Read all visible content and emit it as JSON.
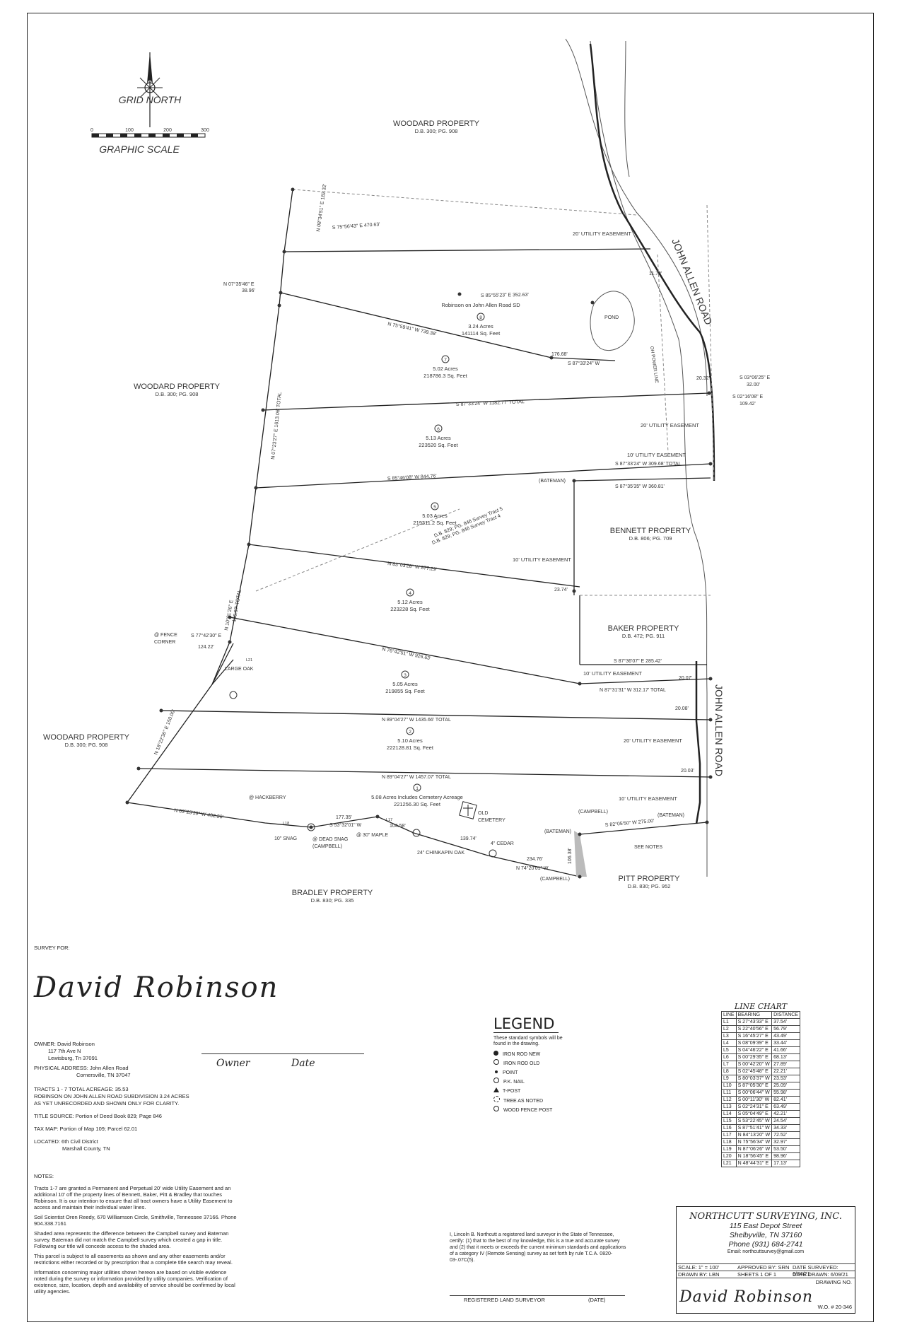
{
  "north": {
    "label": "GRID NORTH"
  },
  "scale": {
    "label": "GRAPHIC SCALE",
    "ticks": [
      "0",
      "100",
      "200",
      "300"
    ]
  },
  "properties": {
    "woodard_top": {
      "name": "WOODARD PROPERTY",
      "ref": "D.B. 300; PG. 908"
    },
    "woodard_mid": {
      "name": "WOODARD PROPERTY",
      "ref": "D.B. 300; PG. 908"
    },
    "woodard_low": {
      "name": "WOODARD PROPERTY",
      "ref": "D.B. 300; PG. 908"
    },
    "bennett": {
      "name": "BENNETT PROPERTY",
      "ref": "D.B. 806; PG. 709"
    },
    "baker": {
      "name": "BAKER PROPERTY",
      "ref": "D.B. 472; PG. 911"
    },
    "bradley": {
      "name": "BRADLEY PROPERTY",
      "ref": "D.B. 830; PG. 335"
    },
    "pitt": {
      "name": "PITT PROPERTY",
      "ref": "D.B. 830; PG. 952"
    }
  },
  "roads": {
    "upper": "JOHN ALLEN ROAD",
    "lower": "JOHN ALLEN ROAD"
  },
  "tracts": [
    {
      "num": "8",
      "acres": "3.24 Acres",
      "sqft": "141114 Sq. Feet",
      "note": "Robinson on John Allen Road SD"
    },
    {
      "num": "7",
      "acres": "5.02 Acres",
      "sqft": "218786.3 Sq. Feet"
    },
    {
      "num": "6",
      "acres": "5.13 Acres",
      "sqft": "223520 Sq. Feet"
    },
    {
      "num": "5",
      "acres": "5.03 Acres",
      "sqft": "219311.2 Sq. Feet"
    },
    {
      "num": "4",
      "acres": "5.12 Acres",
      "sqft": "223228 Sq. Feet"
    },
    {
      "num": "3",
      "acres": "5.05 Acres",
      "sqft": "219855 Sq. Feet"
    },
    {
      "num": "2",
      "acres": "5.10 Acres",
      "sqft": "222128.81 Sq. Feet"
    },
    {
      "num": "1",
      "acres": "5.08 Acres Includes Cemetery Acreage",
      "sqft": "221256.30 Sq. Feet"
    }
  ],
  "bearings": {
    "b1": "S 75°56'43\" E 470.63'",
    "b2": "S 85°55'23\" E 352.63'",
    "b3": "N 75°59'41\" W 739.38'",
    "b4": "S 87°33'24\" W",
    "b5": "176.68'",
    "b6": "S 87°33'24\" W 1182.77' TOTAL",
    "b7": "S 87°33'24\" W 309.68' TOTAL",
    "b8": "S 85°46'08\" W 844.76'",
    "b9": "S 87°35'35\" W 360.81'",
    "b10": "N 83°03'26\" W 877.29'",
    "b11": "S 77°42'30\" E",
    "b12": "124.22'",
    "b13": "N 76°42'51\" W 926.63'",
    "b14": "S 87°36'07\" E 285.42'",
    "b15": "N 87°31'31\" W 312.17' TOTAL",
    "b16": "N 89°04'27\" W 1435.66' TOTAL",
    "b17": "N 89°04'27\" W 1457.07' TOTAL",
    "b18": "N 63°23'39\" W 402.20'",
    "b19": "177.35'",
    "b20": "S 53°32'01\" W",
    "b21": "S 82°05'50\" W 275.00'",
    "b22": "N 74°20'01\" W",
    "b23": "234.76'",
    "b24": "N 08°34'51\" E 182.32'",
    "b25": "N 07°35'46\" E",
    "b26": "38.96'",
    "b27": "S 03°06'25\" E",
    "b28": "32.00'",
    "b29": "S 02°16'08\" E",
    "b30": "109.42'",
    "b31": "20.32'",
    "b32": "23.74'",
    "b33": "20.07'",
    "b34": "20.08'",
    "b35": "20.03'",
    "b36": "11.78'",
    "b37": "104.58'",
    "b38": "139.74'",
    "b39": "106.38'",
    "b40": "N 07°23'27\" E 1613.06' TOTAL",
    "b41": "N 10°01'26\" E",
    "b42": "146.67' TOTAL",
    "b43": "N 18°22'36\" E 150.00'",
    "b44": "D.B. 829; PG. 846 Survey Tract 5",
    "b45": "D.B. 829; PG. 846 Survey Tract 4"
  },
  "easements": {
    "e1": "20' UTILITY EASEMENT",
    "e2": "20' UTILITY EASEMENT",
    "e3": "10' UTILITY EASEMENT",
    "e4": "10' UTILITY EASEMENT",
    "e5": "10' UTILITY EASEMENT",
    "e6": "20' UTILITY EASEMENT",
    "e7": "10' UTILITY EASEMENT"
  },
  "features": {
    "pond": "POND",
    "powerline": "OH POWER LINE",
    "bateman1": "(BATEMAN)",
    "bateman2": "(BATEMAN)",
    "bateman3": "(BATEMAN)",
    "campbell1": "(CAMPBELL)",
    "campbell2": "(CAMPBELL)",
    "campbell3": "(CAMPBELL)",
    "fence": "@ FENCE",
    "corner": "CORNER",
    "oak": "LARGE OAK",
    "l21": "L21",
    "hackberry": "@ HACKBERRY",
    "snag": "10\" SNAG",
    "deadsnag": "@ DEAD SNAG",
    "maple": "@ 30\" MAPLE",
    "chinkapin": "24\" CHINKAPIN OAK",
    "cedar": "4\" CEDAR",
    "cemetery1": "OLD",
    "cemetery2": "CEMETERY",
    "seenotes": "SEE NOTES",
    "l18": "L18",
    "l17": "L17"
  },
  "survey_for": {
    "label": "SURVEY FOR:",
    "name": "David Robinson"
  },
  "owner_sig": {
    "owner": "Owner",
    "date": "Date"
  },
  "info": {
    "owner_label": "OWNER:",
    "owner_name": "David Robinson",
    "owner_addr1": "117 7th Ave N",
    "owner_addr2": "Lewisburg, Tn 37091",
    "phys_label": "PHYSICAL ADDRESS:",
    "phys1": "John Allen Road",
    "phys2": "Cornersville, TN 37047",
    "tracts1": "TRACTS 1 - 7 TOTAL ACREAGE: 35.53",
    "tracts2": "ROBINSON ON JOHN ALLEN ROAD SUBDIVISION 3.24 ACRES",
    "tracts3": "AS YET UNRECORDED AND SHOWN ONLY FOR CLARITY.",
    "title": "TITLE SOURCE: Portion of Deed Book 829; Page 846",
    "taxmap": "TAX MAP: Portion of Map 109; Parcel 62.01",
    "loc1": "LOCATED: 6th Civil District",
    "loc2": "Marshall County, TN"
  },
  "notes": {
    "heading": "NOTES:",
    "n1": "Tracts 1-7 are granted a Permanent and Perpetual 20' wide Utility Easement and an additional 10' off the property lines of Bennett, Baker, Pitt & Bradley that touches Robinson. It is our intention to ensure that all tract owners have a Utility Easement to access and maintain their individual water lines.",
    "n2": "Soil Scientist Oren Reedy, 670 Williamson Circle, Smithville, Tennessee  37166. Phone 904.338.7161",
    "n3": "Shaded area represents the difference between the Campbell survey and Bateman survey. Bateman did not match the Campbell survey which created a gap in title. Following our title will concede access to the shaded area.",
    "n4": "This parcel is subject to all easements as shown and any other easements and/or restrictions either recorded or by prescription that a complete title search may reveal.",
    "n5": "Information concerning major utilities shown hereon are based on visible evidence noted during the survey or information provided by utility companies. Verification of existence, size, location, depth and availability of service should be confirmed by local utility agencies."
  },
  "legend": {
    "title": "LEGEND",
    "sub": "These standard symbols will be found in the drawing.",
    "items": [
      "IRON ROD NEW",
      "IRON ROD OLD",
      "POINT",
      "P.K. NAIL",
      "T-POST",
      "TREE AS NOTED",
      "WOOD FENCE POST"
    ]
  },
  "certification": "I, Lincoln B. Northcutt a registered land surveyor in the State of Tennessee, certify: (1) that to the best of my knowledge, this is a true and accurate survey and (2) that it meets or exceeds the current minimum standards and applications of a category IV (Remote Sensing) survey as set forth by rule T.C.A. 0820-03-.07C(5).",
  "signature": {
    "surveyor": "REGISTERED LAND SURVEYOR",
    "date": "(DATE)"
  },
  "line_chart": {
    "title": "LINE CHART",
    "headers": [
      "LINE",
      "BEARING",
      "DISTANCE"
    ],
    "rows": [
      [
        "L1",
        "S 27°43'33\" E",
        "37.54'"
      ],
      [
        "L2",
        "S 22°40'56\" E",
        "56.79'"
      ],
      [
        "L3",
        "S 16°45'27\" E",
        "43.49'"
      ],
      [
        "L4",
        "S 08°09'39\" E",
        "33.44'"
      ],
      [
        "L5",
        "S 04°46'22\" E",
        "41.66'"
      ],
      [
        "L6",
        "S 00°29'35\" E",
        "68.13'"
      ],
      [
        "L7",
        "S 00°42'20\" W",
        "27.89'"
      ],
      [
        "L8",
        "S 02°45'48\" E",
        "22.21'"
      ],
      [
        "L9",
        "S 80°03'37\" W",
        "23.53'"
      ],
      [
        "L10",
        "S 87°05'30\" E",
        "25.09'"
      ],
      [
        "L11",
        "S 00°06'44\" W",
        "55.98'"
      ],
      [
        "L12",
        "S 00°11'30\" W",
        "82.41'"
      ],
      [
        "L13",
        "S 02°24'31\" E",
        "63.49'"
      ],
      [
        "L14",
        "S 05°04'49\" E",
        "42.21'"
      ],
      [
        "L15",
        "S 53°22'45\" W",
        "24.54'"
      ],
      [
        "L16",
        "S 87°51'41\" W",
        "34.33'"
      ],
      [
        "L17",
        "N 84°13'20\" W",
        "72.52'"
      ],
      [
        "L18",
        "N 75°56'34\" W",
        "32.97'"
      ],
      [
        "L19",
        "N 87°06'26\" W",
        "53.50'"
      ],
      [
        "L20",
        "N 18°56'45\" E",
        "98.96'"
      ],
      [
        "L21",
        "N 48°44'31\" E",
        "17.13'"
      ]
    ]
  },
  "title_block": {
    "company": "NORTHCUTT SURVEYING, INC.",
    "addr1": "115 East Depot Street",
    "addr2": "Shelbyville, TN 37160",
    "phone": "Phone (931) 684-2741",
    "email": "Email: northcuttsurvey@gmail.com",
    "scale": "SCALE:  1\" = 100'",
    "approved": "APPROVED BY:   SRN",
    "surveyed": "DATE SURVEYED:  6/04/21",
    "drawn_by": "DRAWN BY:   LBN",
    "sheets": "SHEETS     1    OF    1",
    "drawn": "DATE DRAWN:    6/09/21",
    "drawing_no": "DRAWING NO.",
    "client": "David Robinson",
    "wo": "W.O. # 20-346"
  }
}
